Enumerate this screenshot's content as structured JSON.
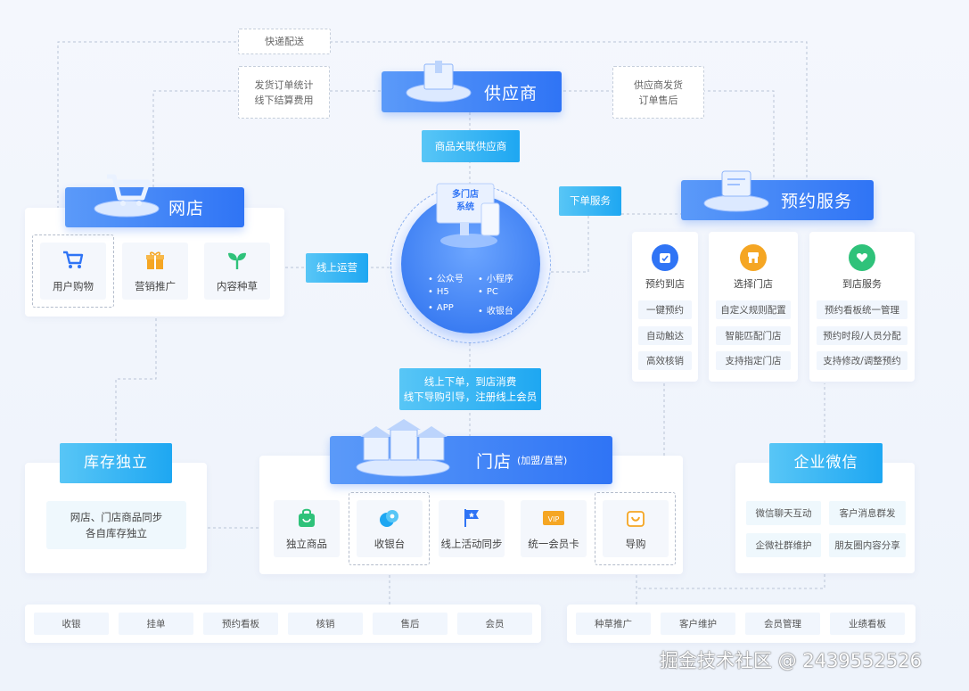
{
  "supplier": {
    "title": "供应商"
  },
  "express_box": "快递配送",
  "left_note": {
    "line1": "发货订单统计",
    "line2": "线下结算费用"
  },
  "right_note": {
    "line1": "供应商发货",
    "line2": "订单售后"
  },
  "tags": {
    "goods_supplier": "商品关联供应商",
    "online_ops": "线上运营",
    "order_service": "下单服务",
    "store_flow_1": "线上下单，到店消费",
    "store_flow_2": "线下导购引导，注册线上会员"
  },
  "core": {
    "title_1": "多门店",
    "title_2": "系统",
    "items": [
      "公众号",
      "小程序",
      "H5",
      "PC",
      "APP",
      "收银台"
    ]
  },
  "webstore": {
    "title": "网店",
    "tiles": [
      {
        "label": "用户购物",
        "icon": "cart-icon"
      },
      {
        "label": "营销推广",
        "icon": "gift-icon"
      },
      {
        "label": "内容种草",
        "icon": "sprout-icon"
      }
    ]
  },
  "booking": {
    "title": "预约服务",
    "columns": [
      {
        "head": "预约到店",
        "icon": "calendar-check-icon",
        "color": "#2f74f5",
        "items": [
          "一键预约",
          "自动触达",
          "高效核销"
        ]
      },
      {
        "head": "选择门店",
        "icon": "storefront-icon",
        "color": "#f5a623",
        "items": [
          "自定义规则配置",
          "智能匹配门店",
          "支持指定门店"
        ]
      },
      {
        "head": "到店服务",
        "icon": "heart-icon",
        "color": "#2fc27a",
        "items": [
          "预约看板统一管理",
          "预约时段/人员分配",
          "支持修改/调整预约"
        ]
      }
    ]
  },
  "inventory": {
    "title": "库存独立",
    "line1": "网店、门店商品同步",
    "line2": "各自库存独立"
  },
  "store": {
    "title": "门店",
    "subtitle": "(加盟/直营)",
    "tiles": [
      {
        "label": "独立商品",
        "icon": "bag-icon"
      },
      {
        "label": "收银台",
        "icon": "coins-icon"
      },
      {
        "label": "线上活动同步",
        "icon": "flag-icon"
      },
      {
        "label": "统一会员卡",
        "icon": "vip-card-icon"
      },
      {
        "label": "导购",
        "icon": "smile-bag-icon"
      }
    ],
    "bottom": [
      "收银",
      "挂单",
      "预约看板",
      "核销",
      "售后",
      "会员"
    ]
  },
  "wecom": {
    "title": "企业微信",
    "items": [
      "微信聊天互动",
      "客户消息群发",
      "企微社群维护",
      "朋友圈内容分享"
    ],
    "bottom": [
      "种草推广",
      "客户维护",
      "会员管理",
      "业绩看板"
    ]
  },
  "watermark": "掘金技术社区 @ 2439552526",
  "colors": {
    "primary": "#2f74f5",
    "accent": "#1ea7f2",
    "orange": "#f5a623",
    "green": "#2fc27a"
  }
}
